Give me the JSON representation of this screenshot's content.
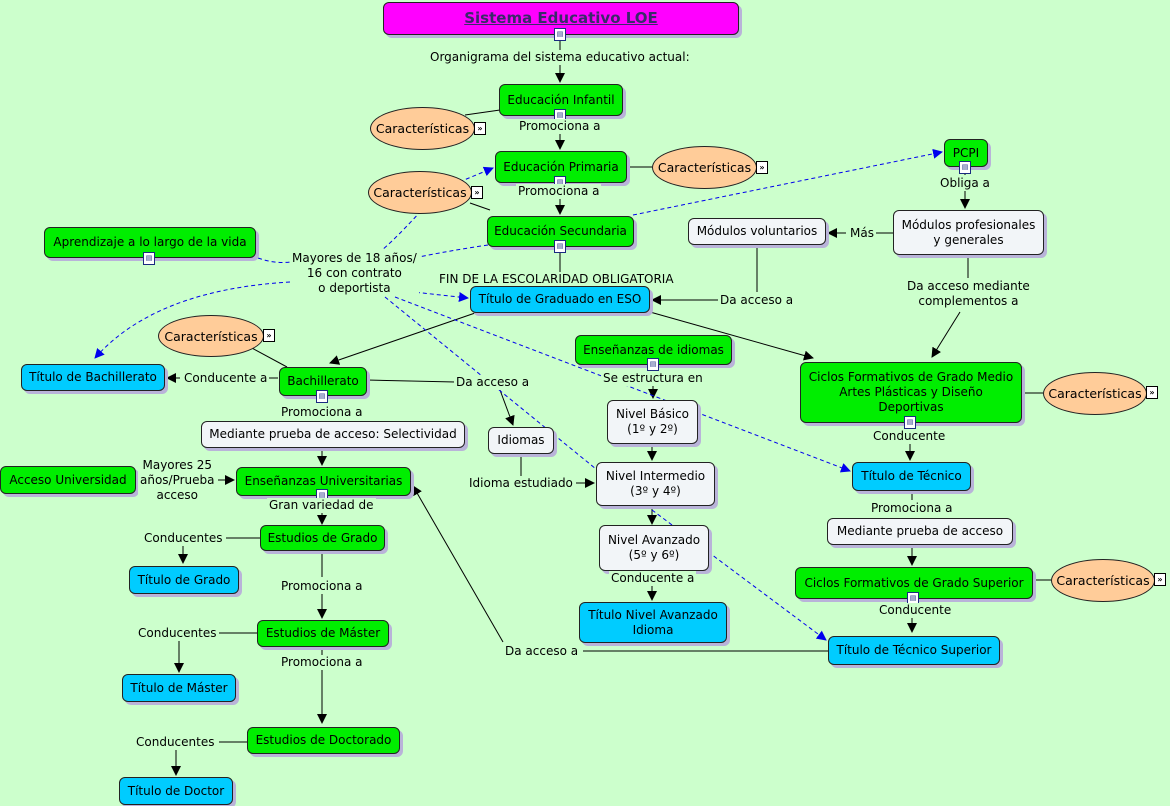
{
  "title": "Sistema Educativo LOE",
  "nodes": {
    "infantil": "Educación Infantil",
    "primaria": "Educación Primaria",
    "secundaria": "Educación Secundaria",
    "pcpi": "PCPI",
    "aprendizaje": "Aprendizaje a lo largo de la vida",
    "modulos_voluntarios": "Módulos voluntarios",
    "modulos_profesionales": "Módulos profesionales\ny generales",
    "graduado_eso": "Título de Graduado en ESO",
    "idiomas_ens": "Enseñanzas de idiomas",
    "titulo_bachillerato": "Título de Bachillerato",
    "bachillerato": "Bachillerato",
    "cf_medio": "Ciclos Formativos de Grado Medio\nArtes Plásticas y Diseño\nDeportivas",
    "nivel_basico": "Nivel Básico\n(1º y 2º)",
    "selectividad": "Mediante prueba de acceso: Selectividad",
    "idiomas": "Idiomas",
    "acceso_universidad": "Acceso Universidad",
    "universitarias": "Enseñanzas Universitarias",
    "nivel_intermedio": "Nivel Intermedio\n(3º y 4º)",
    "titulo_tecnico": "Título de Técnico",
    "estudios_grado": "Estudios de Grado",
    "prueba_acceso": "Mediante prueba de acceso",
    "nivel_avanzado": "Nivel Avanzado\n(5º y 6º)",
    "titulo_grado": "Título de Grado",
    "cf_superior": "Ciclos Formativos de Grado Superior",
    "titulo_avanzado": "Título Nivel Avanzado\nIdioma",
    "estudios_master": "Estudios de Máster",
    "titulo_tecnico_superior": "Título de Técnico Superior",
    "titulo_master": "Título de Máster",
    "estudios_doctorado": "Estudios de Doctorado",
    "titulo_doctor": "Título de Doctor"
  },
  "ovals": {
    "c1": "Características",
    "c2": "Características",
    "c3": "Características",
    "c4": "Características",
    "c5": "Características",
    "c6": "Características"
  },
  "labels": {
    "organigrama": "Organigrama del sistema educativo actual:",
    "promociona1": "Promociona a",
    "promociona2": "Promociona a",
    "obliga": "Obliga a",
    "mas": "Más",
    "mayores18": "Mayores de 18 años/\n16 con contrato\no deportista",
    "fin_escolaridad": "FIN DE LA ESCOLARIDAD OBLIGATORIA",
    "da_acceso_eso": "Da acceso a",
    "da_acceso_complementos": "Da acceso mediante\ncomplementos a",
    "se_estructura": "Se estructura en",
    "conducente_bach": "Conducente a",
    "da_acceso_idiomas": "Da acceso a",
    "promociona_bach": "Promociona a",
    "conducente_cfm": "Conducente",
    "mayores25": "Mayores 25\naños/Prueba\nacceso",
    "idioma_estudiado": "Idioma estudiado",
    "gran_variedad": "Gran variedad de",
    "promociona_tec": "Promociona a",
    "conducentes_grado": "Conducentes",
    "conducente_av": "Conducente a",
    "promociona_grado": "Promociona a",
    "conducente_cfs": "Conducente",
    "conducentes_master": "Conducentes",
    "da_acceso_univ": "Da acceso a",
    "promociona_master": "Promociona a",
    "conducentes_doct": "Conducentes"
  },
  "icons": {
    "document": "document-icon",
    "expand": "expand-chevron-icon"
  },
  "colors": {
    "background": "#ccffcc",
    "title_box": "#ff00ff",
    "green_node": "#00ee00",
    "blue_node": "#00ccff",
    "white_node": "#f2f5f8",
    "oval": "#ffcc99",
    "dashed_link": "#0000ee"
  }
}
